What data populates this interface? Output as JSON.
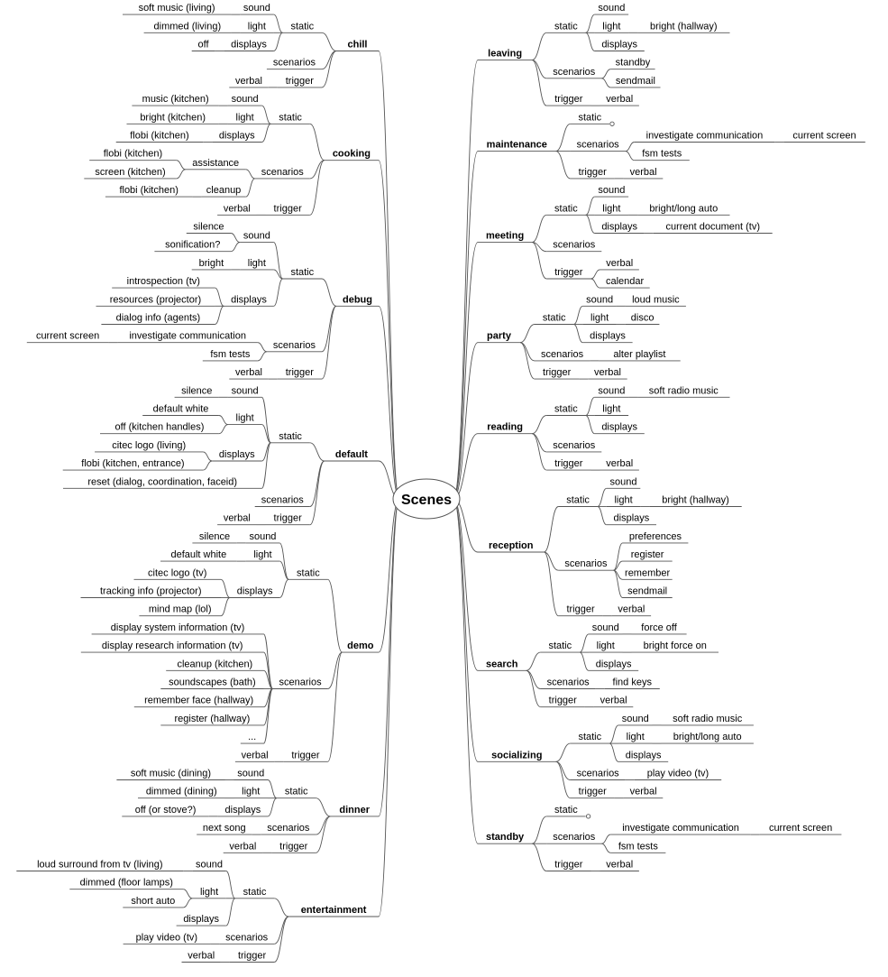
{
  "root": {
    "label": "Scenes"
  },
  "colors": {
    "sound": "#009999",
    "light": "#990099",
    "displays": "#0033cc",
    "scenarios": "#996600",
    "trigger": "#cc0000",
    "text": "#000000",
    "line": "#555555"
  },
  "left": [
    {
      "label": "chill",
      "children": [
        {
          "label": "static",
          "children": [
            {
              "label": "sound",
              "children": [
                {
                  "label": "soft music (living)"
                }
              ]
            },
            {
              "label": "light",
              "children": [
                {
                  "label": "dimmed (living)"
                }
              ]
            },
            {
              "label": "displays",
              "children": [
                {
                  "label": "off"
                }
              ]
            }
          ]
        },
        {
          "label": "scenarios"
        },
        {
          "label": "trigger",
          "children": [
            {
              "label": "verbal"
            }
          ]
        }
      ]
    },
    {
      "label": "cooking",
      "children": [
        {
          "label": "static",
          "children": [
            {
              "label": "sound",
              "children": [
                {
                  "label": "music (kitchen)"
                }
              ]
            },
            {
              "label": "light",
              "children": [
                {
                  "label": "bright (kitchen)"
                }
              ]
            },
            {
              "label": "displays",
              "children": [
                {
                  "label": "flobi (kitchen)"
                }
              ]
            }
          ]
        },
        {
          "label": "scenarios",
          "children": [
            {
              "label": "assistance",
              "children": [
                {
                  "label": "flobi (kitchen)"
                },
                {
                  "label": "screen (kitchen)"
                }
              ]
            },
            {
              "label": "cleanup",
              "children": [
                {
                  "label": "flobi (kitchen)"
                }
              ]
            }
          ]
        },
        {
          "label": "trigger",
          "children": [
            {
              "label": "verbal"
            }
          ]
        }
      ]
    },
    {
      "label": "debug",
      "children": [
        {
          "label": "static",
          "children": [
            {
              "label": "sound",
              "children": [
                {
                  "label": "silence"
                },
                {
                  "label": "sonification?"
                }
              ]
            },
            {
              "label": "light",
              "children": [
                {
                  "label": "bright"
                }
              ]
            },
            {
              "label": "displays",
              "children": [
                {
                  "label": "introspection (tv)"
                },
                {
                  "label": "resources (projector)"
                },
                {
                  "label": "dialog info (agents)"
                }
              ]
            }
          ]
        },
        {
          "label": "scenarios",
          "children": [
            {
              "label": "investigate communication",
              "children": [
                {
                  "label": "current screen"
                }
              ]
            },
            {
              "label": "fsm tests"
            }
          ]
        },
        {
          "label": "trigger",
          "children": [
            {
              "label": "verbal"
            }
          ]
        }
      ]
    },
    {
      "label": "default",
      "children": [
        {
          "label": "static",
          "children": [
            {
              "label": "sound",
              "children": [
                {
                  "label": "silence"
                }
              ]
            },
            {
              "label": "light",
              "children": [
                {
                  "label": "default white"
                },
                {
                  "label": "off (kitchen handles)"
                }
              ]
            },
            {
              "label": "displays",
              "children": [
                {
                  "label": "citec logo (living)"
                },
                {
                  "label": "flobi (kitchen, entrance)"
                }
              ]
            },
            {
              "label": "reset (dialog, coordination, faceid)"
            }
          ]
        },
        {
          "label": "scenarios"
        },
        {
          "label": "trigger",
          "children": [
            {
              "label": "verbal"
            }
          ]
        }
      ]
    },
    {
      "label": "demo",
      "children": [
        {
          "label": "static",
          "children": [
            {
              "label": "sound",
              "children": [
                {
                  "label": "silence"
                }
              ]
            },
            {
              "label": "light",
              "children": [
                {
                  "label": "default white"
                }
              ]
            },
            {
              "label": "displays",
              "children": [
                {
                  "label": "citec logo (tv)"
                },
                {
                  "label": "tracking info (projector)"
                },
                {
                  "label": "mind map (lol)"
                }
              ]
            }
          ]
        },
        {
          "label": "scenarios",
          "children": [
            {
              "label": "display system information (tv)"
            },
            {
              "label": "display research information (tv)"
            },
            {
              "label": "cleanup (kitchen)"
            },
            {
              "label": "soundscapes (bath)"
            },
            {
              "label": "remember face (hallway)"
            },
            {
              "label": "register (hallway)"
            },
            {
              "label": "..."
            }
          ]
        },
        {
          "label": "trigger",
          "children": [
            {
              "label": "verbal"
            }
          ]
        }
      ]
    },
    {
      "label": "dinner",
      "children": [
        {
          "label": "static",
          "children": [
            {
              "label": "sound",
              "children": [
                {
                  "label": "soft music (dining)"
                }
              ]
            },
            {
              "label": "light",
              "children": [
                {
                  "label": "dimmed (dining)"
                }
              ]
            },
            {
              "label": "displays",
              "children": [
                {
                  "label": "off (or stove?)"
                }
              ]
            }
          ]
        },
        {
          "label": "scenarios",
          "children": [
            {
              "label": "next song"
            }
          ]
        },
        {
          "label": "trigger",
          "children": [
            {
              "label": "verbal"
            }
          ]
        }
      ]
    },
    {
      "label": "entertainment",
      "children": [
        {
          "label": "static",
          "children": [
            {
              "label": "sound",
              "children": [
                {
                  "label": "loud surround from tv (living)"
                }
              ]
            },
            {
              "label": "light",
              "children": [
                {
                  "label": "dimmed (floor lamps)"
                },
                {
                  "label": "short auto"
                }
              ]
            },
            {
              "label": "displays"
            }
          ]
        },
        {
          "label": "scenarios",
          "children": [
            {
              "label": "play video (tv)"
            }
          ]
        },
        {
          "label": "trigger",
          "children": [
            {
              "label": "verbal"
            }
          ]
        }
      ]
    }
  ],
  "right": [
    {
      "label": "leaving",
      "children": [
        {
          "label": "static",
          "children": [
            {
              "label": "sound"
            },
            {
              "label": "light",
              "children": [
                {
                  "label": "bright (hallway)"
                }
              ]
            },
            {
              "label": "displays"
            }
          ]
        },
        {
          "label": "scenarios",
          "children": [
            {
              "label": "standby"
            },
            {
              "label": "sendmail"
            }
          ]
        },
        {
          "label": "trigger",
          "children": [
            {
              "label": "verbal"
            }
          ]
        }
      ]
    },
    {
      "label": "maintenance",
      "children": [
        {
          "label": "static"
        },
        {
          "label": "scenarios",
          "children": [
            {
              "label": "investigate communication",
              "children": [
                {
                  "label": "current screen"
                }
              ]
            },
            {
              "label": "fsm tests"
            }
          ]
        },
        {
          "label": "trigger",
          "children": [
            {
              "label": "verbal"
            }
          ]
        }
      ]
    },
    {
      "label": "meeting",
      "children": [
        {
          "label": "static",
          "children": [
            {
              "label": "sound"
            },
            {
              "label": "light",
              "children": [
                {
                  "label": "bright/long auto"
                }
              ]
            },
            {
              "label": "displays",
              "children": [
                {
                  "label": "current document (tv)"
                }
              ]
            }
          ]
        },
        {
          "label": "scenarios"
        },
        {
          "label": "trigger",
          "children": [
            {
              "label": "verbal"
            },
            {
              "label": "calendar"
            }
          ]
        }
      ]
    },
    {
      "label": "party",
      "children": [
        {
          "label": "static",
          "children": [
            {
              "label": "sound",
              "children": [
                {
                  "label": "loud music"
                }
              ]
            },
            {
              "label": "light",
              "children": [
                {
                  "label": "disco"
                }
              ]
            },
            {
              "label": "displays"
            }
          ]
        },
        {
          "label": "scenarios",
          "children": [
            {
              "label": "alter playlist"
            }
          ]
        },
        {
          "label": "trigger",
          "children": [
            {
              "label": "verbal"
            }
          ]
        }
      ]
    },
    {
      "label": "reading",
      "children": [
        {
          "label": "static",
          "children": [
            {
              "label": "sound",
              "children": [
                {
                  "label": "soft radio music"
                }
              ]
            },
            {
              "label": "light"
            },
            {
              "label": "displays"
            }
          ]
        },
        {
          "label": "scenarios"
        },
        {
          "label": "trigger",
          "children": [
            {
              "label": "verbal"
            }
          ]
        }
      ]
    },
    {
      "label": "reception",
      "children": [
        {
          "label": "static",
          "children": [
            {
              "label": "sound"
            },
            {
              "label": "light",
              "children": [
                {
                  "label": "bright (hallway)"
                }
              ]
            },
            {
              "label": "displays"
            }
          ]
        },
        {
          "label": "scenarios",
          "children": [
            {
              "label": "preferences"
            },
            {
              "label": "register"
            },
            {
              "label": "remember"
            },
            {
              "label": "sendmail"
            }
          ]
        },
        {
          "label": "trigger",
          "children": [
            {
              "label": "verbal"
            }
          ]
        }
      ]
    },
    {
      "label": "search",
      "children": [
        {
          "label": "static",
          "children": [
            {
              "label": "sound",
              "children": [
                {
                  "label": "force off"
                }
              ]
            },
            {
              "label": "light",
              "children": [
                {
                  "label": "bright force on"
                }
              ]
            },
            {
              "label": "displays"
            }
          ]
        },
        {
          "label": "scenarios",
          "children": [
            {
              "label": "find keys"
            }
          ]
        },
        {
          "label": "trigger",
          "children": [
            {
              "label": "verbal"
            }
          ]
        }
      ]
    },
    {
      "label": "socializing",
      "children": [
        {
          "label": "static",
          "children": [
            {
              "label": "sound",
              "children": [
                {
                  "label": "soft radio music"
                }
              ]
            },
            {
              "label": "light",
              "children": [
                {
                  "label": "bright/long auto"
                }
              ]
            },
            {
              "label": "displays"
            }
          ]
        },
        {
          "label": "scenarios",
          "children": [
            {
              "label": "play video (tv)"
            }
          ]
        },
        {
          "label": "trigger",
          "children": [
            {
              "label": "verbal"
            }
          ]
        }
      ]
    },
    {
      "label": "standby",
      "children": [
        {
          "label": "static"
        },
        {
          "label": "scenarios",
          "children": [
            {
              "label": "investigate communication",
              "children": [
                {
                  "label": "current screen"
                }
              ]
            },
            {
              "label": "fsm tests"
            }
          ]
        },
        {
          "label": "trigger",
          "children": [
            {
              "label": "verbal"
            }
          ]
        }
      ]
    }
  ]
}
